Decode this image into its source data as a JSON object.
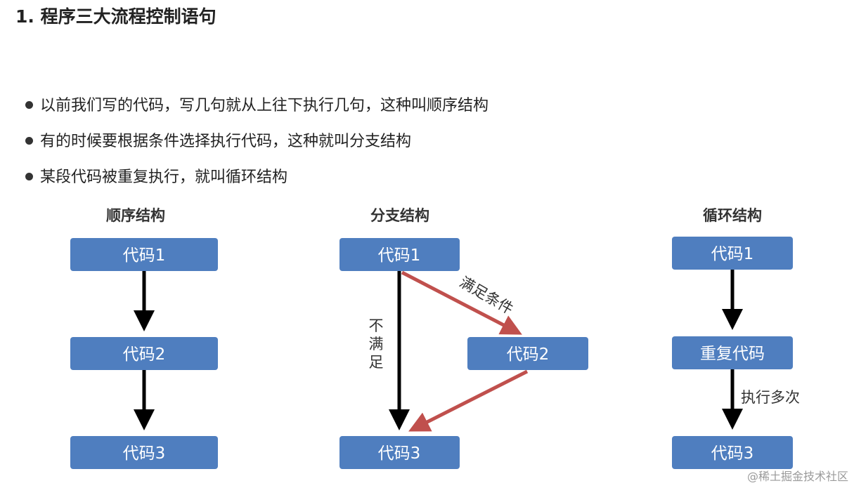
{
  "title": "1. 程序三大流程控制语句",
  "bullets": [
    "以前我们写的代码，写几句就从上往下执行几句，这种叫顺序结构",
    "有的时候要根据条件选择执行代码，这种就叫分支结构",
    "某段代码被重复执行，就叫循环结构"
  ],
  "diagrams": {
    "sequence": {
      "title": "顺序结构",
      "box1": "代码1",
      "box2": "代码2",
      "box3": "代码3"
    },
    "branch": {
      "title": "分支结构",
      "box1": "代码1",
      "box2": "代码2",
      "box3": "代码3",
      "label_satisfied": "满足条件",
      "label_not_satisfied": [
        "不",
        "满",
        "足"
      ]
    },
    "loop": {
      "title": "循环结构",
      "box1": "代码1",
      "box2": "重复代码",
      "box3": "代码3",
      "label_repeat": "执行多次"
    }
  },
  "colors": {
    "box_fill": "#4f7ebf",
    "arrow_black": "#000000",
    "arrow_red": "#c0504d"
  },
  "watermark": "@稀土掘金技术社区"
}
